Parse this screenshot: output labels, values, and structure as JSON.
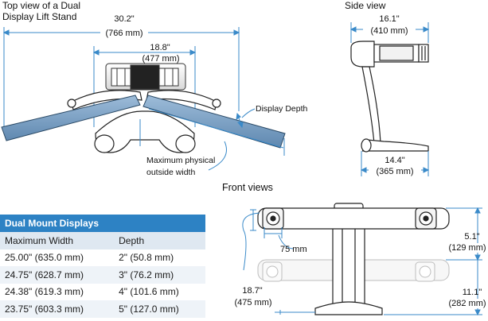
{
  "top_view": {
    "title_line1": "Top view of a Dual",
    "title_line2": "Display Lift Stand",
    "outer_width_in": "30.2\"",
    "outer_width_mm": "(766 mm)",
    "inner_width_in": "18.8\"",
    "inner_width_mm": "(477 mm)",
    "depth_label": "Display Depth",
    "max_width_line1": "Maximum physical",
    "max_width_line2": "outside width"
  },
  "side_view": {
    "title": "Side view",
    "top_in": "16.1\"",
    "top_mm": "(410 mm)",
    "base_in": "14.4\"",
    "base_mm": "(365 mm)"
  },
  "front_views": {
    "title": "Front views",
    "vesa_label": "75 mm",
    "height_in": "18.7\"",
    "height_mm": "(475 mm)",
    "upper_in": "5.1\"",
    "upper_mm": "(129 mm)",
    "lower_in": "11.1\"",
    "lower_mm": "(282 mm)"
  },
  "table": {
    "header": "Dual Mount Displays",
    "col1": "Maximum Width",
    "col2": "Depth",
    "rows": [
      {
        "width": "25.00\" (635.0 mm)",
        "depth": "2\" (50.8 mm)"
      },
      {
        "width": "24.75\" (628.7 mm)",
        "depth": "3\" (76.2 mm)"
      },
      {
        "width": "24.38\" (619.3 mm)",
        "depth": "4\" (101.6 mm)"
      },
      {
        "width": "23.75\" (603.3 mm)",
        "depth": "5\" (127.0 mm)"
      }
    ]
  },
  "colors": {
    "accent": "#2d82c4",
    "display_fill": "#7fa6c8",
    "dimension_line": "#3a8ac9"
  }
}
